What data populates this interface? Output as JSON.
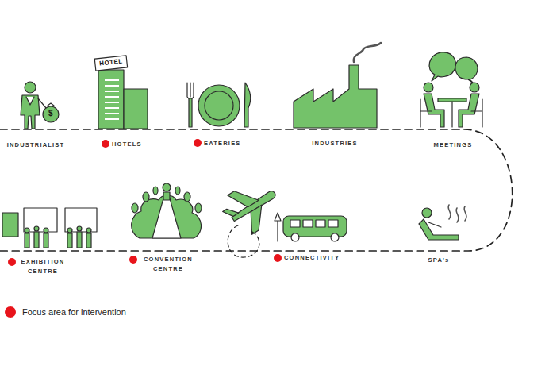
{
  "diagram": {
    "labels": [
      "$",
      "HOTEL",
      "INDUSTRIALIST",
      "HOTELS",
      "EATERIES",
      "INDUSTRIES",
      "MEETINGS",
      "EXHIBITION CENTRE",
      "CONVENTION CENTRE",
      "CONNECTIVITY",
      "SPA's"
    ],
    "legend": [
      {
        "text": "Focus area for intervention",
        "color": "#e8141b"
      }
    ]
  }
}
